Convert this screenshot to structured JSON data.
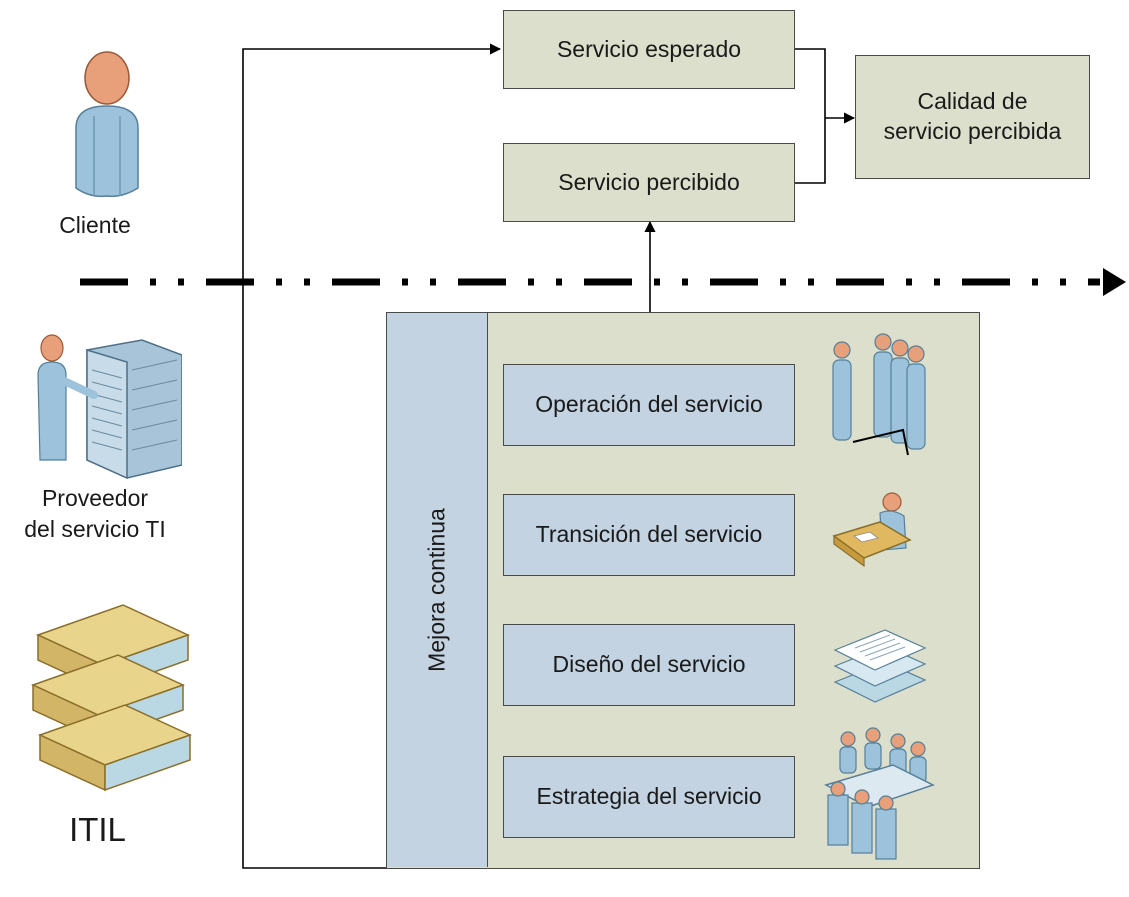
{
  "actors": {
    "cliente": "Cliente",
    "proveedor_line1": "Proveedor",
    "proveedor_line2": "del servicio TI",
    "itil": "ITIL"
  },
  "outcomes": {
    "servicio_esperado": "Servicio esperado",
    "servicio_percibido": "Servicio percibido",
    "calidad_line1": "Calidad de",
    "calidad_line2": "servicio percibida"
  },
  "lifecycle": {
    "mejora_continua": "Mejora continua",
    "stages": [
      "Operación del servicio",
      "Transición del servicio",
      "Diseño del servicio",
      "Estrategia del servicio"
    ]
  },
  "icons": [
    "person-icon",
    "server-rack-icon",
    "books-icon",
    "team-icon",
    "desk-worker-icon",
    "documents-icon",
    "meeting-icon"
  ],
  "colors": {
    "top_box_fill": "#dcdfcc",
    "stage_fill": "#c3d3e1",
    "line": "#000000",
    "person_skin": "#e8a07a",
    "person_body": "#9cc3db",
    "book": "#d9c47a"
  }
}
